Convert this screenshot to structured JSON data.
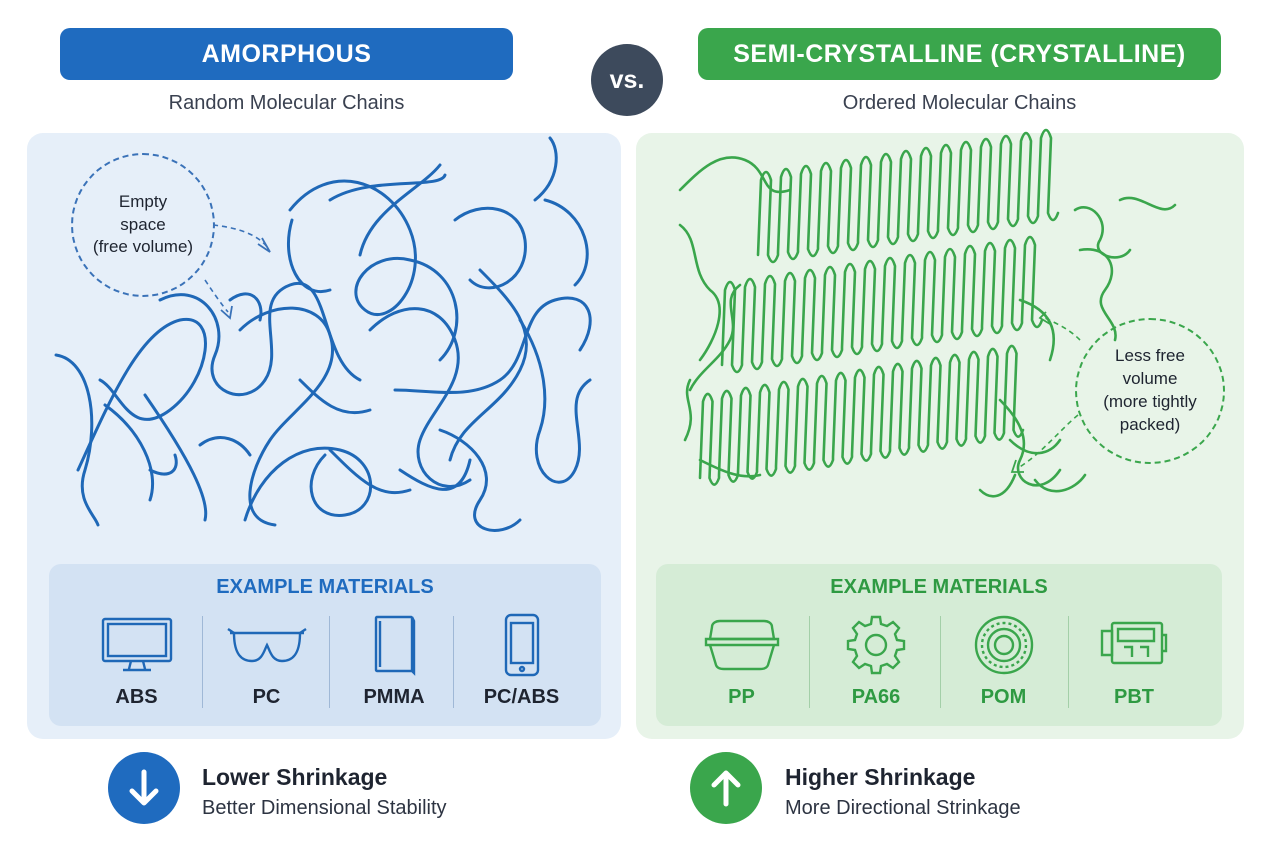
{
  "header": {
    "left_title": "AMORPHOUS",
    "vs_label": "vs.",
    "right_title": "SEMI-CRYSTALLINE (CRYSTALLINE)",
    "left_subtitle": "Random Molecular Chains",
    "right_subtitle": "Ordered Molecular Chains"
  },
  "left_panel": {
    "callout_lines": [
      "Empty",
      "space",
      "(free volume)"
    ],
    "examples_title": "EXAMPLE MATERIALS",
    "materials": [
      {
        "label": "ABS",
        "icon": "monitor-icon"
      },
      {
        "label": "PC",
        "icon": "safety-glasses-icon"
      },
      {
        "label": "PMMA",
        "icon": "acrylic-sheet-icon"
      },
      {
        "label": "PC/ABS",
        "icon": "smartphone-icon"
      }
    ]
  },
  "right_panel": {
    "callout_lines": [
      "Less free",
      "volume",
      "(more tightly",
      "packed)"
    ],
    "examples_title": "EXAMPLE MATERIALS",
    "materials": [
      {
        "label": "PP",
        "icon": "food-container-icon"
      },
      {
        "label": "PA66",
        "icon": "gear-icon"
      },
      {
        "label": "POM",
        "icon": "bearing-icon"
      },
      {
        "label": "PBT",
        "icon": "connector-icon"
      }
    ]
  },
  "results": {
    "left_title": "Lower Shrinkage",
    "left_subtitle": "Better Dimensional Stability",
    "left_icon": "arrow-down-icon",
    "right_title": "Higher Shrinkage",
    "right_subtitle": "More Directional Strinkage",
    "right_icon": "arrow-up-icon"
  },
  "colors": {
    "amorphous_blue": "#1f6bbf",
    "crystalline_green": "#3aa64c",
    "vs_circle": "#3d4a5c"
  }
}
